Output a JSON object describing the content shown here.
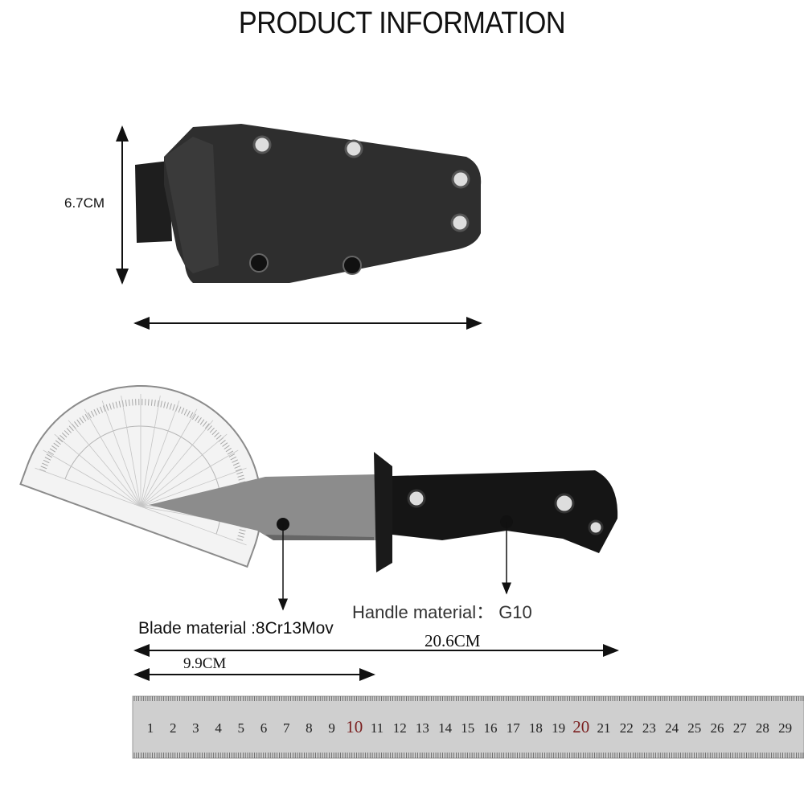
{
  "title": "PRODUCT INFORMATION",
  "sheath": {
    "height_label": "6.7CM"
  },
  "knife": {
    "blade_material": "Blade material :8Cr13Mov",
    "handle_material": "Handle material： G10",
    "total_length": "20.6CM",
    "blade_length": "9.9CM"
  },
  "ruler": {
    "numbers": [
      "1",
      "2",
      "3",
      "4",
      "5",
      "6",
      "7",
      "8",
      "9",
      "10",
      "11",
      "12",
      "13",
      "14",
      "15",
      "16",
      "17",
      "18",
      "19",
      "20",
      "21",
      "22",
      "23",
      "24",
      "25",
      "26",
      "27",
      "28",
      "29"
    ],
    "highlight_color": "#7a1f1f"
  },
  "colors": {
    "sheath": "#2b2b2b",
    "handle": "#151515",
    "blade": "#8a8a8a"
  }
}
